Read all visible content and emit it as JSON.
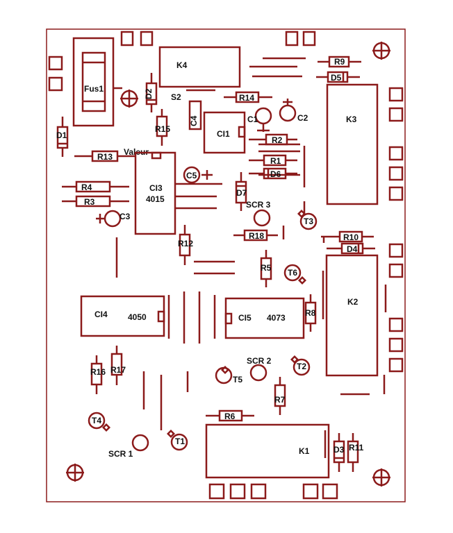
{
  "colors": {
    "trace": "#8b1a1a",
    "text": "#111111",
    "board_bg": "#ffffff"
  },
  "labels": {
    "fus1": "Fus1",
    "k4": "K4",
    "k3": "K3",
    "k2": "K2",
    "k1": "K1",
    "r9": "R9",
    "d5": "D5",
    "d2": "D2",
    "s2": "S2",
    "r14": "R14",
    "c4": "C4",
    "ci1": "CI1",
    "c1": "C1",
    "c2": "C2",
    "r15": "R15",
    "d1": "D1",
    "r13": "R13",
    "valeur": "Valeur",
    "r2": "R2",
    "r1": "R1",
    "d6": "D6",
    "c5": "C5",
    "r4": "R4",
    "ci3": "CI3",
    "ci3_part": "4015",
    "d7": "D7",
    "r3": "R3",
    "c3": "C3",
    "scr3": "SCR 3",
    "t3": "T3",
    "r18": "R18",
    "r10": "R10",
    "d4": "D4",
    "r12": "R12",
    "r5": "R5",
    "t6": "T6",
    "ci4": "CI4",
    "ci4_part": "4050",
    "ci5": "CI5",
    "ci5_part": "4073",
    "r8": "R8",
    "r16": "R16",
    "r17": "R17",
    "scr2": "SCR 2",
    "t2": "T2",
    "t5": "T5",
    "r7": "R7",
    "r6": "R6",
    "t4": "T4",
    "t1": "T1",
    "scr1": "SCR 1",
    "d3": "D3",
    "r11": "R11"
  }
}
